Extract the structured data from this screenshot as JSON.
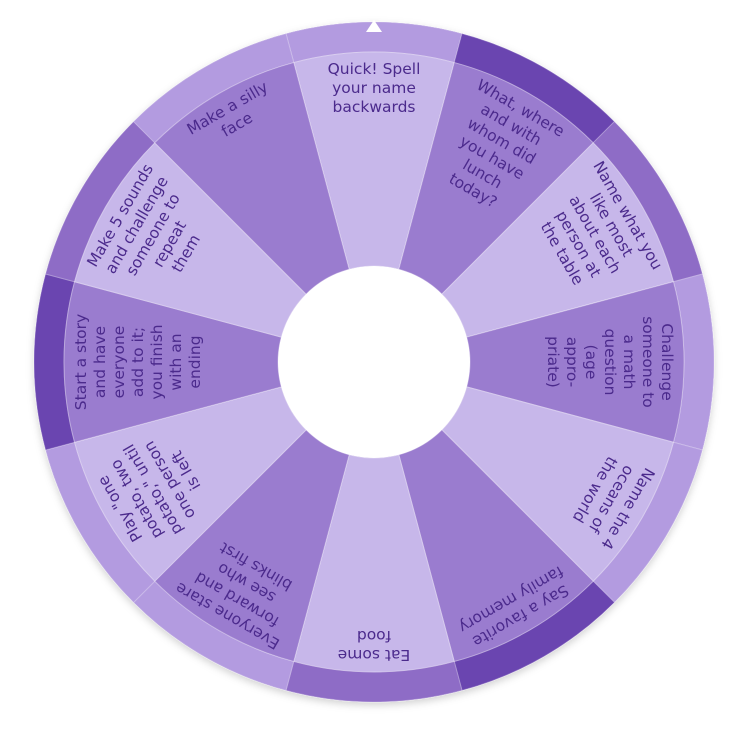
{
  "colors": {
    "outer_dark": "#6a45b0",
    "outer_mid": "#8e6cc6",
    "outer_light": "#b39be0",
    "segment_dark": "#9a7bcf",
    "segment_light": "#c7b7ea",
    "text": "#4b2a8c",
    "center": "#ffffff"
  },
  "pointer_icon": "triangle-up-icon",
  "segments": [
    {
      "lines": [
        "Quick! Spell",
        "your name",
        "backwards"
      ]
    },
    {
      "lines": [
        "What, where",
        "and with",
        "whom did",
        "you have",
        "lunch",
        "today?"
      ]
    },
    {
      "lines": [
        "Name what you",
        "like most",
        "about each",
        "person at",
        "the table"
      ]
    },
    {
      "lines": [
        "Challenge",
        "someone to",
        "a math",
        "question",
        "(age",
        "appro-",
        "priate)"
      ]
    },
    {
      "lines": [
        "Name the 4",
        "oceans of",
        "the world"
      ]
    },
    {
      "lines": [
        "Say a favorite",
        "family memory"
      ]
    },
    {
      "lines": [
        "Eat some",
        "food"
      ]
    },
    {
      "lines": [
        "Everyone stare",
        "forward and",
        "see who",
        "blinks first"
      ]
    },
    {
      "lines": [
        "Play \"one",
        "potato, two",
        "potato,\" until",
        "one person",
        "is left"
      ]
    },
    {
      "lines": [
        "Start a story",
        "and have",
        "everyone",
        "add to it;",
        "you finish",
        "with an",
        "ending"
      ]
    },
    {
      "lines": [
        "Make 5 sounds",
        "and challenge",
        "someone to",
        "repeat",
        "them"
      ]
    },
    {
      "lines": [
        "Make a silly",
        "face"
      ]
    }
  ]
}
